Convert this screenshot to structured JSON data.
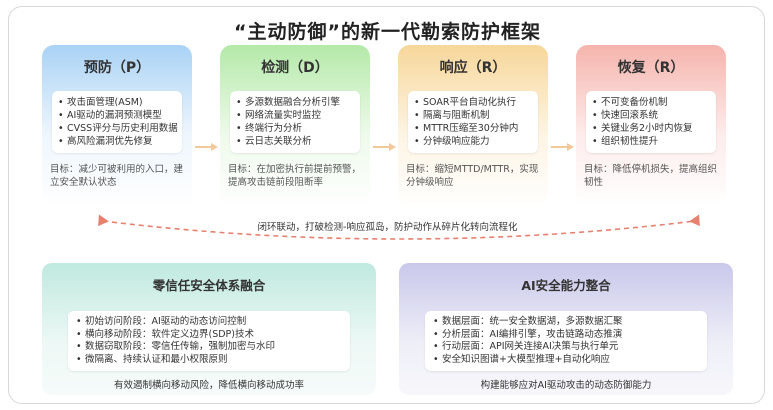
{
  "title": "“主动防御”的新一代勒索防护框架",
  "phases": [
    {
      "title": "预防（P）",
      "items": [
        "攻击面管理(ASM)",
        "AI驱动的漏洞预测模型",
        "CVSS评分与历史利用数据",
        "高风险漏洞优先修复"
      ],
      "goal": "目标：减少可被利用的入口，建立安全默认状态",
      "color": "#a9d2f5"
    },
    {
      "title": "检测（D）",
      "items": [
        "多源数据融合分析引擎",
        "网络流量实时监控",
        "终端行为分析",
        "云日志关联分析"
      ],
      "goal": "目标：在加密执行前提前预警，提高攻击链前段阻断率",
      "color": "#b4e9a8"
    },
    {
      "title": "响应（R）",
      "items": [
        "SOAR平台自动化执行",
        "隔离与阻断机制",
        "MTTR压缩至30分钟内",
        "分钟级响应能力"
      ],
      "goal": "目标：缩短MTTD/MTTR，实现分钟级响应",
      "color": "#f7d79a"
    },
    {
      "title": "恢复（R）",
      "items": [
        "不可变备份机制",
        "快速回滚系统",
        "关键业务2小时内恢复",
        "组织韧性提升"
      ],
      "goal": "目标：降低停机损失，提高组织韧性",
      "color": "#f5b4ad"
    }
  ],
  "loop_text": "闭环联动，打破检测-响应孤岛，防护动作从碎片化转向流程化",
  "panels": [
    {
      "title": "零信任安全体系融合",
      "items": [
        "初始访问阶段：AI驱动的动态访问控制",
        "横向移动阶段：软件定义边界(SDP)技术",
        "数据窃取阶段：零信任传输，强制加密与水印",
        "微隔离、持续认证和最小权限原则"
      ],
      "goal": "有效遏制横向移动风险，降低横向移动成功率",
      "color": "#bfe9df"
    },
    {
      "title": "AI安全能力整合",
      "items": [
        "数据层面：统一安全数据湖，多源数据汇聚",
        "分析层面：AI编排引擎，攻击链路动态推演",
        "行动层面：API网关连接AI决策与执行单元",
        "安全知识图谱+大模型推理+自动化响应"
      ],
      "goal": "构建能够应对AI驱动攻击的动态防御能力",
      "color": "#c9c8ea"
    }
  ],
  "accent_arrow_color": "#e8806e"
}
